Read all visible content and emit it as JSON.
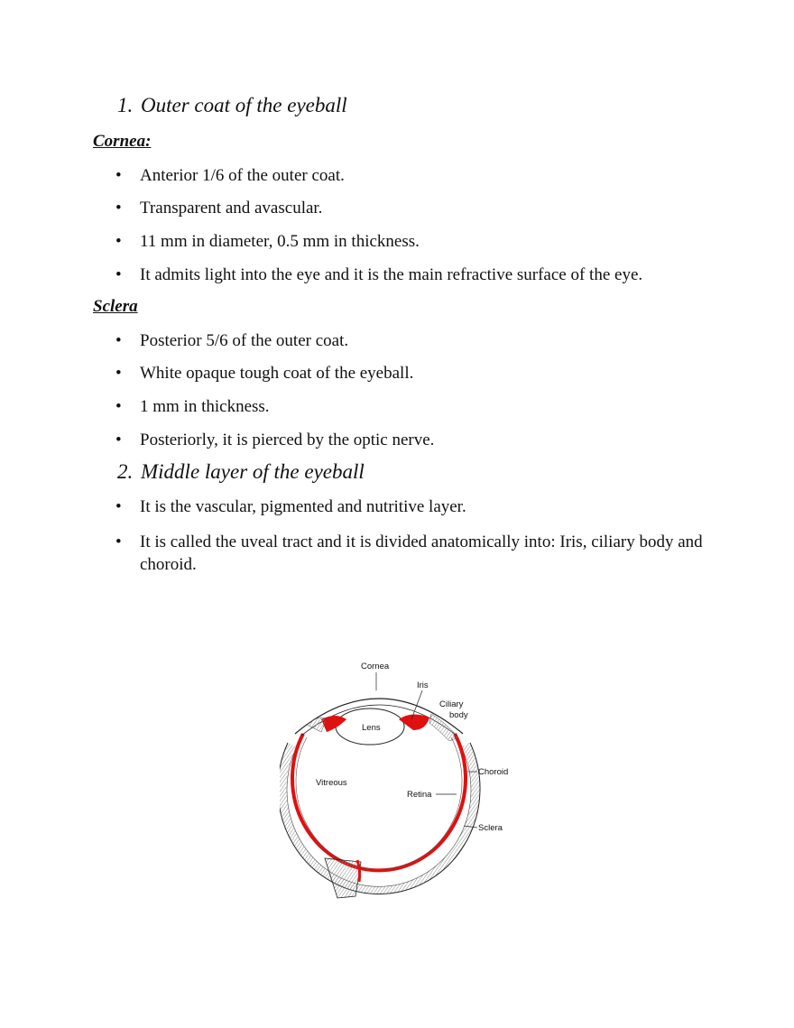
{
  "sections": [
    {
      "num": "1.",
      "title": "Outer coat of the eyeball"
    },
    {
      "num": "2.",
      "title": "Middle layer of the eyeball"
    }
  ],
  "cornea": {
    "heading": "Cornea:",
    "items": [
      "Anterior 1/6 of the outer coat.",
      "Transparent and avascular.",
      "11 mm in diameter, 0.5 mm in thickness.",
      "It admits light into the eye and it is the main refractive surface of the eye."
    ]
  },
  "sclera": {
    "heading": "Sclera",
    "items": [
      "Posterior 5/6 of the outer coat.",
      "White opaque tough coat of the eyeball.",
      "1 mm in thickness.",
      "Posteriorly, it is pierced by the optic nerve."
    ]
  },
  "middle": {
    "items": [
      "It is the vascular, pigmented and nutritive layer.",
      "It is called the uveal tract and it is divided anatomically into: Iris, ciliary body and choroid."
    ]
  },
  "bullet": "•",
  "figure": {
    "labels": {
      "cornea": "Cornea",
      "iris": "Iris",
      "ciliary1": "Ciliary",
      "ciliary2": "body",
      "lens": "Lens",
      "choroid": "Choroid",
      "vitreous": "Vitreous",
      "retina": "Retina",
      "sclera": "Sclera"
    },
    "colors": {
      "choroid": "#e01010",
      "sclera": "#bdbdbd",
      "outline": "#222222"
    }
  }
}
